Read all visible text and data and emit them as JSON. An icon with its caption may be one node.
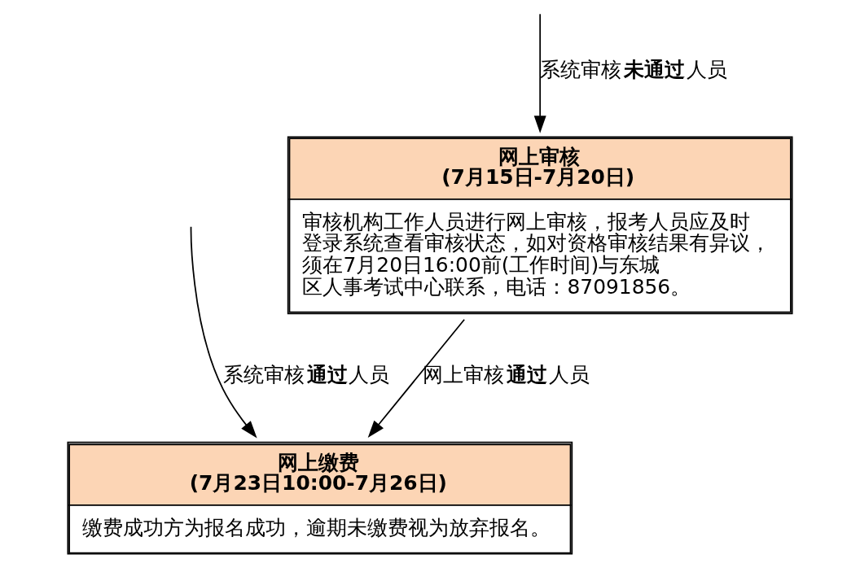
{
  "diagram": {
    "nodes": [
      {
        "text": [
          "网上审核",
          "(7月15日-7月20日)",
          "审核机构工作人员进行网上审核，报考人员应及时登录系统查看审核状态，如对资格审核结果有异议，须在7月20日16:00前(工作时间)与东城区人事考试中心联系，电话：87091856。"
        ]
      },
      {
        "text": [
          "网上缴费",
          "(7月23日10:00-7月26日)",
          "缴费成功方为报名成功，逾期未缴费视为放弃报名。"
        ]
      }
    ],
    "edges": [
      {
        "from": null,
        "to": 0,
        "arrow": "to",
        "label": "系统审核**未通过**人员"
      },
      {
        "from": null,
        "to": 1,
        "arrow": "to",
        "label": "系统审核**通过**人员"
      },
      {
        "from": 0,
        "to": 1,
        "arrow": "to",
        "label": "网上审核**通过**人员"
      }
    ]
  }
}
